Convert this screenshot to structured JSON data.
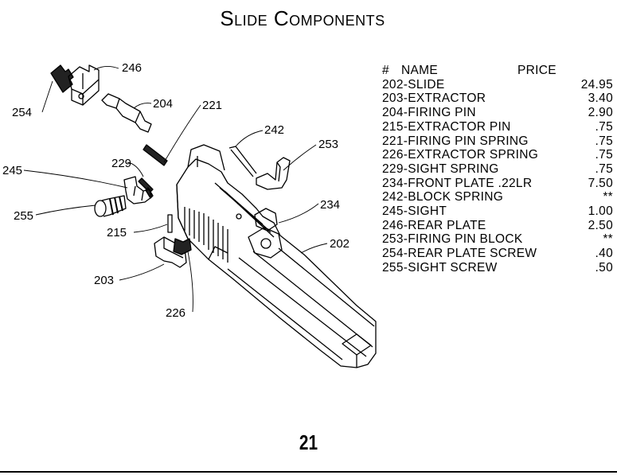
{
  "title": "Slide Components",
  "parts_table": {
    "headers": {
      "num": "#",
      "name": "NAME",
      "price": "PRICE"
    },
    "rows": [
      {
        "label": "202-SLIDE",
        "price": "24.95"
      },
      {
        "label": "203-EXTRACTOR",
        "price": "3.40"
      },
      {
        "label": "204-FIRING PIN",
        "price": "2.90"
      },
      {
        "label": "215-EXTRACTOR PIN",
        "price": ".75"
      },
      {
        "label": "221-FIRING PIN SPRING",
        "price": ".75"
      },
      {
        "label": "226-EXTRACTOR SPRING",
        "price": ".75"
      },
      {
        "label": "229-SIGHT SPRING",
        "price": ".75"
      },
      {
        "label": "234-FRONT PLATE .22LR",
        "price": "7.50"
      },
      {
        "label": "242-BLOCK SPRING",
        "price": "**"
      },
      {
        "label": "245-SIGHT",
        "price": "1.00"
      },
      {
        "label": "246-REAR PLATE",
        "price": "2.50"
      },
      {
        "label": "253-FIRING PIN BLOCK",
        "price": "**"
      },
      {
        "label": "254-REAR PLATE SCREW",
        "price": ".40"
      },
      {
        "label": "255-SIGHT SCREW",
        "price": ".50"
      }
    ]
  },
  "callouts": {
    "c246": "246",
    "c254": "254",
    "c204": "204",
    "c221": "221",
    "c242": "242",
    "c253": "253",
    "c245": "245",
    "c229": "229",
    "c255": "255",
    "c234": "234",
    "c215": "215",
    "c202": "202",
    "c203": "203",
    "c226": "226"
  },
  "page_number": "21"
}
